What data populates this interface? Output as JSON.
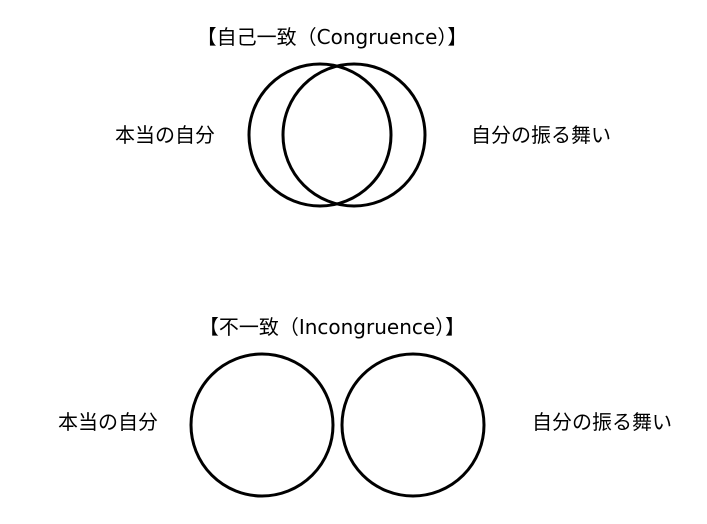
{
  "congruence": {
    "title": "【自己一致（Congruence）】",
    "left_label": "本当の自分",
    "right_label": "自分の振る舞い"
  },
  "incongruence": {
    "title": "【不一致（Incongruence）】",
    "left_label": "本当の自分",
    "right_label": "自分の振る舞い"
  },
  "colors": {
    "stroke": "#000000",
    "background": "#ffffff"
  }
}
